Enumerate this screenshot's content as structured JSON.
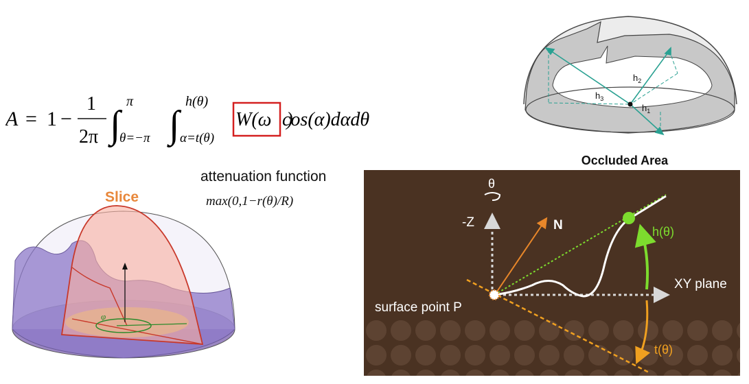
{
  "formula": {
    "lhs": "A",
    "equals": "=",
    "one": "1",
    "minus": "−",
    "frac_num": "1",
    "frac_den": "2π",
    "outer_upper": "π",
    "outer_lower": "θ=−π",
    "inner_upper": "h(θ)",
    "inner_lower": "α=t(θ)",
    "weight_term": "W(ω⃗)",
    "rest": "cos(α)dαdθ"
  },
  "attenuation": {
    "label": "attenuation function",
    "formula": "max(0,1−r(θ)/R)"
  },
  "slice_figure": {
    "slice_label": "Slice",
    "phi_label": "φ"
  },
  "occluded_figure": {
    "caption": "Occluded Area",
    "h1": "h",
    "h1_sub": "1",
    "h2": "h",
    "h2_sub": "2",
    "h3": "h",
    "h3_sub": "3"
  },
  "horizon_panel": {
    "theta_label": "θ",
    "neg_z_label": "-Z",
    "normal_label": "N",
    "h_label": "h(θ)",
    "t_label": "t(θ)",
    "xy_label": "XY plane",
    "point_label": "surface point P"
  },
  "colors": {
    "highlight_box": "#d42020",
    "panel_bg": "#4a3222",
    "horizon_green": "#7ddc2e",
    "tangent_orange": "#f0a020",
    "normal_orange": "#e8872a",
    "slice_orange": "#e8873a"
  }
}
